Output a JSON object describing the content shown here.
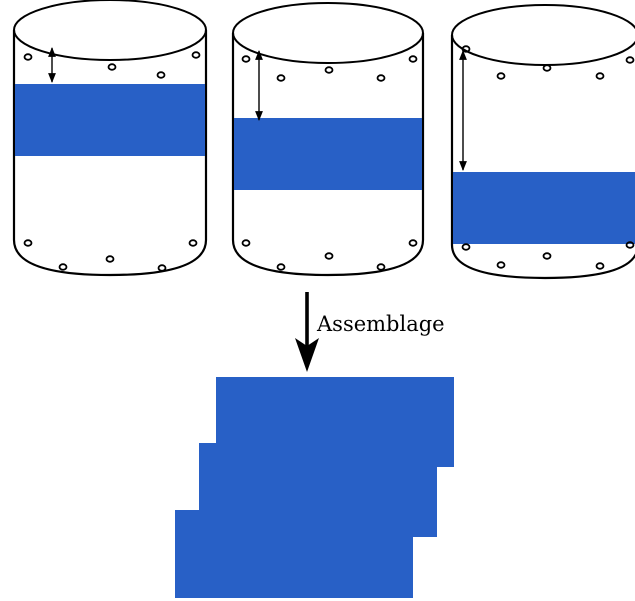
{
  "diagram": {
    "arrow_label": "Assemblage",
    "cylinders": [
      {
        "id": "cylinder-1",
        "band": "strip-top"
      },
      {
        "id": "cylinder-2",
        "band": "strip-middle"
      },
      {
        "id": "cylinder-3",
        "band": "strip-low"
      }
    ],
    "assembled_layers": 3,
    "colors": {
      "outline": "#000000",
      "field_low": "#2f63c4",
      "field_mid": "#f5e04a",
      "field_high": "#b4150f",
      "field_white": "#eef4ff"
    }
  }
}
